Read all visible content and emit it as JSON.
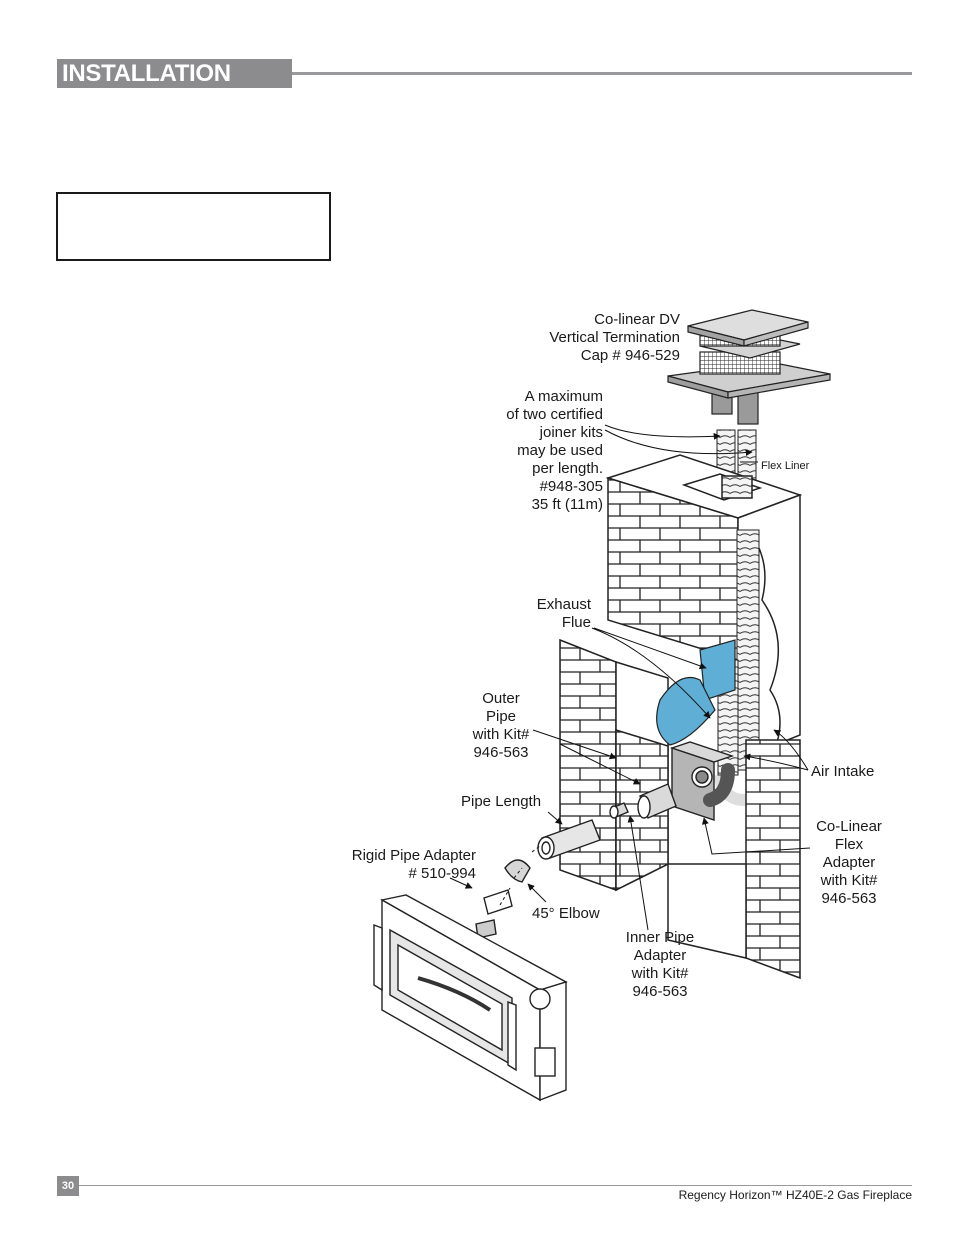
{
  "header": {
    "title": "INSTALLATION"
  },
  "labels": {
    "cap": [
      "Co-linear DV",
      "Vertical Termination",
      "Cap # 946-529"
    ],
    "joiner": [
      "A maximum",
      "of two certified",
      "joiner kits",
      "may be used",
      "per length.",
      "#948-305",
      "35 ft (11m)"
    ],
    "flex_liner": "Flex Liner",
    "exhaust": [
      "Exhaust",
      "Flue"
    ],
    "outer_pipe": [
      "Outer",
      "Pipe",
      "with Kit#",
      "946-563"
    ],
    "air_intake": "Air Intake",
    "pipe_length": "Pipe Length",
    "flex_adapter": [
      "Co-Linear",
      "Flex",
      "Adapter",
      "with Kit#",
      "946-563"
    ],
    "rigid_adapter": [
      "Rigid Pipe Adapter",
      "# 510-994"
    ],
    "elbow": "45° Elbow",
    "inner_pipe": [
      "Inner Pipe",
      "Adapter",
      "with Kit#",
      "946-563"
    ]
  },
  "footer": {
    "page_number": "30",
    "product": "Regency Horizon™ HZ40E-2 Gas Fireplace"
  },
  "colors": {
    "header_gray": "#8c8c8e",
    "flue_blue": "#5eaed6",
    "line": "#1a1a1a"
  }
}
